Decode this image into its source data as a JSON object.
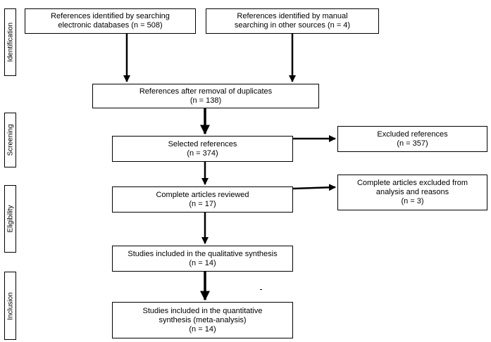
{
  "stages": {
    "identification": "Identification",
    "screening": "Screening",
    "eligibility": "Eligibility",
    "inclusion": "Inclusion"
  },
  "boxes": {
    "db_search": {
      "line1": "References identified by searching",
      "line2": "electronic databases (n = 508)"
    },
    "manual_search": {
      "line1": "References identified by manual",
      "line2": "searching in other sources (n = 4)"
    },
    "after_duplicates": {
      "line1": "References after removal of duplicates",
      "line2": "(n = 138)"
    },
    "selected": {
      "line1": "Selected references",
      "line2": "(n = 374)"
    },
    "excluded": {
      "line1": "Excluded references",
      "line2": "(n = 357)"
    },
    "reviewed": {
      "line1": "Complete articles reviewed",
      "line2": "(n = 17)"
    },
    "excluded_articles": {
      "line1": "Complete articles excluded from",
      "line2": "analysis and reasons",
      "line3": "(n = 3)"
    },
    "qualitative": {
      "line1": "Studies included in the qualitative synthesis",
      "line2": "(n = 14)"
    },
    "quantitative": {
      "line1": "Studies included in the quantitative",
      "line2": "synthesis (meta-analysis)",
      "line3": "(n = 14)"
    }
  }
}
